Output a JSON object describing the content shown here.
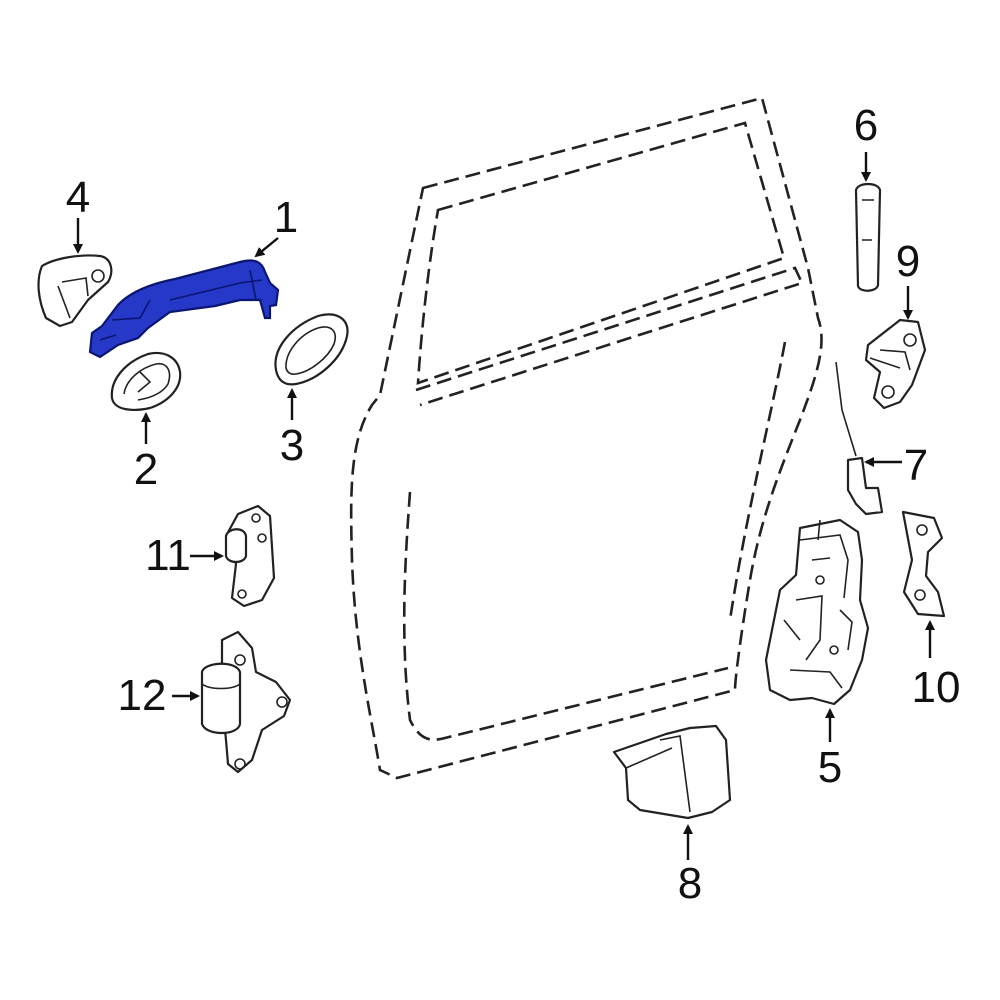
{
  "diagram": {
    "highlight_color": "#2638c8",
    "outline_color": "#222222",
    "background_color": "#ffffff",
    "callouts": [
      {
        "key": "c1",
        "label": "1"
      },
      {
        "key": "c2",
        "label": "2"
      },
      {
        "key": "c3",
        "label": "3"
      },
      {
        "key": "c4",
        "label": "4"
      },
      {
        "key": "c5",
        "label": "5"
      },
      {
        "key": "c6",
        "label": "6"
      },
      {
        "key": "c7",
        "label": "7"
      },
      {
        "key": "c8",
        "label": "8"
      },
      {
        "key": "c9",
        "label": "9"
      },
      {
        "key": "c10",
        "label": "10"
      },
      {
        "key": "c11",
        "label": "11"
      },
      {
        "key": "c12",
        "label": "12"
      }
    ]
  }
}
